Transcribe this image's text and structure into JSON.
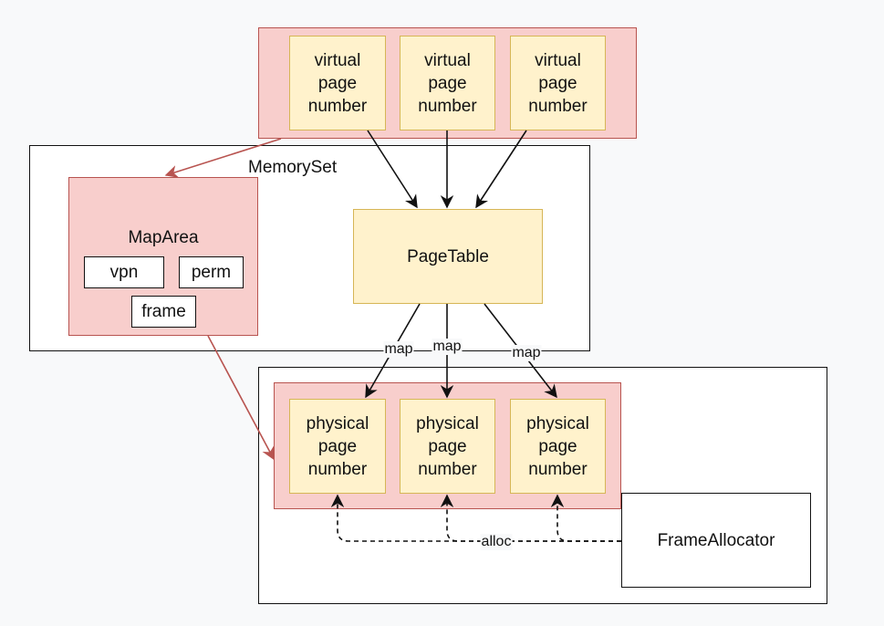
{
  "containers": {
    "memoryset_label": "MemorySet"
  },
  "virtual_pages": [
    {
      "label": "virtual\npage\nnumber"
    },
    {
      "label": "virtual\npage\nnumber"
    },
    {
      "label": "virtual\npage\nnumber"
    }
  ],
  "physical_pages": [
    {
      "label": "physical\npage\nnumber"
    },
    {
      "label": "physical\npage\nnumber"
    },
    {
      "label": "physical\npage\nnumber"
    }
  ],
  "page_table": {
    "label": "PageTable"
  },
  "map_area": {
    "label": "MapArea",
    "fields": {
      "vpn": "vpn",
      "perm": "perm",
      "frame": "frame"
    }
  },
  "frame_allocator": {
    "label": "FrameAllocator"
  },
  "edge_labels": {
    "map_1": "map",
    "map_2": "map",
    "map_3": "map",
    "alloc": "alloc"
  },
  "colors": {
    "pink_fill": "#f8cecc",
    "pink_stroke": "#b85450",
    "yellow_fill": "#fff2cc",
    "yellow_stroke": "#d6b656",
    "line": "#111111",
    "red_arrow": "#b85450",
    "background": "#f8f9fa"
  }
}
